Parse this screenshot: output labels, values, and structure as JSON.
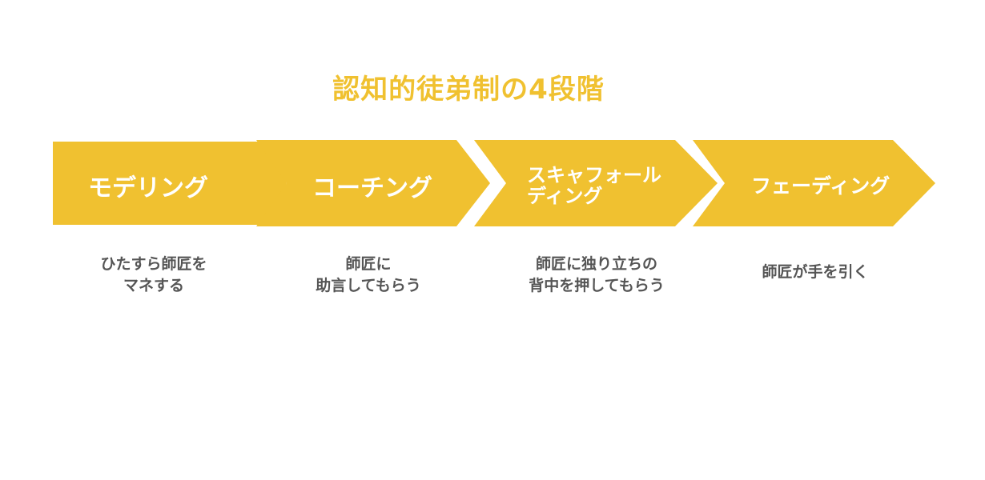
{
  "title": "認知的徒弟制の4段階",
  "accent_color": "#F0C130",
  "stages": [
    {
      "label": "モデリング",
      "description": "ひたすら師匠を\nマネする"
    },
    {
      "label": "コーチング",
      "description": "師匠に\n助言してもらう"
    },
    {
      "label": "スキャフォール\nディング",
      "description": "師匠に独り立ちの\n背中を押してもらう"
    },
    {
      "label": "フェーディング",
      "description": "師匠が手を引く"
    }
  ]
}
